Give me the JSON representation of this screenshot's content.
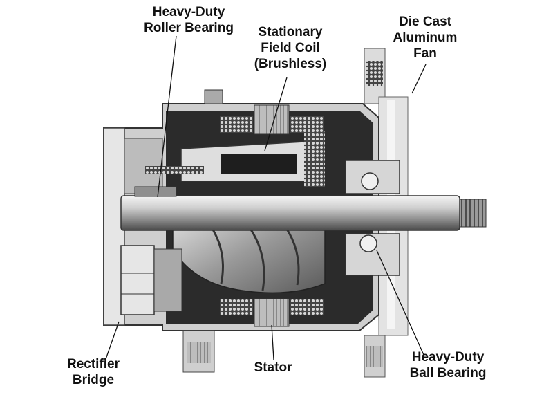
{
  "labels": {
    "roller_bearing": [
      "Heavy-Duty",
      "Roller Bearing"
    ],
    "field_coil": [
      "Stationary",
      "Field Coil",
      "(Brushless)"
    ],
    "fan": [
      "Die Cast",
      "Aluminum",
      "Fan"
    ],
    "rectifier": [
      "Rectifier",
      "Bridge"
    ],
    "stator": [
      "Stator"
    ],
    "ball_bearing": [
      "Heavy-Duty",
      "Ball Bearing"
    ]
  },
  "colors": {
    "text": "#111111",
    "leader": "#111111",
    "dark": "#2a2a2a",
    "metal": "#c8c8c8",
    "light": "#eeeeee"
  }
}
